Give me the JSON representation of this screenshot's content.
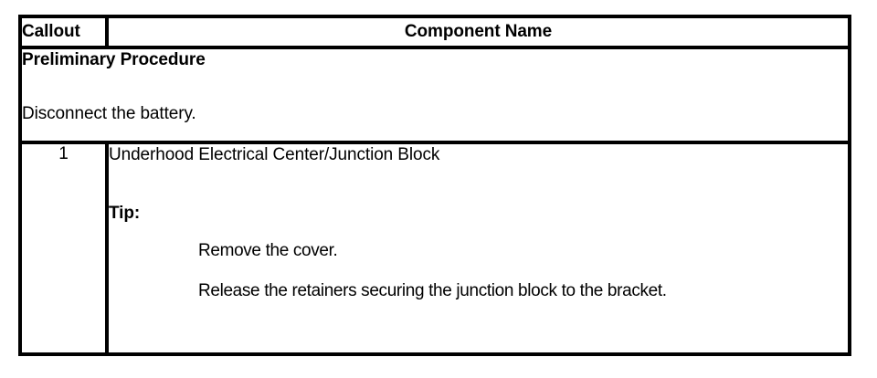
{
  "table": {
    "headers": {
      "callout": "Callout",
      "component_name": "Component Name"
    },
    "preliminary": {
      "title": "Preliminary Procedure",
      "text": "Disconnect the battery."
    },
    "rows": [
      {
        "callout": "1",
        "component_name": "Underhood Electrical Center/Junction Block",
        "tip_label": "Tip:",
        "tip_items": [
          "Remove the cover.",
          "Release the retainers securing the junction block to the bracket."
        ]
      }
    ]
  },
  "colors": {
    "border": "#000000",
    "background": "#ffffff",
    "text": "#000000"
  }
}
